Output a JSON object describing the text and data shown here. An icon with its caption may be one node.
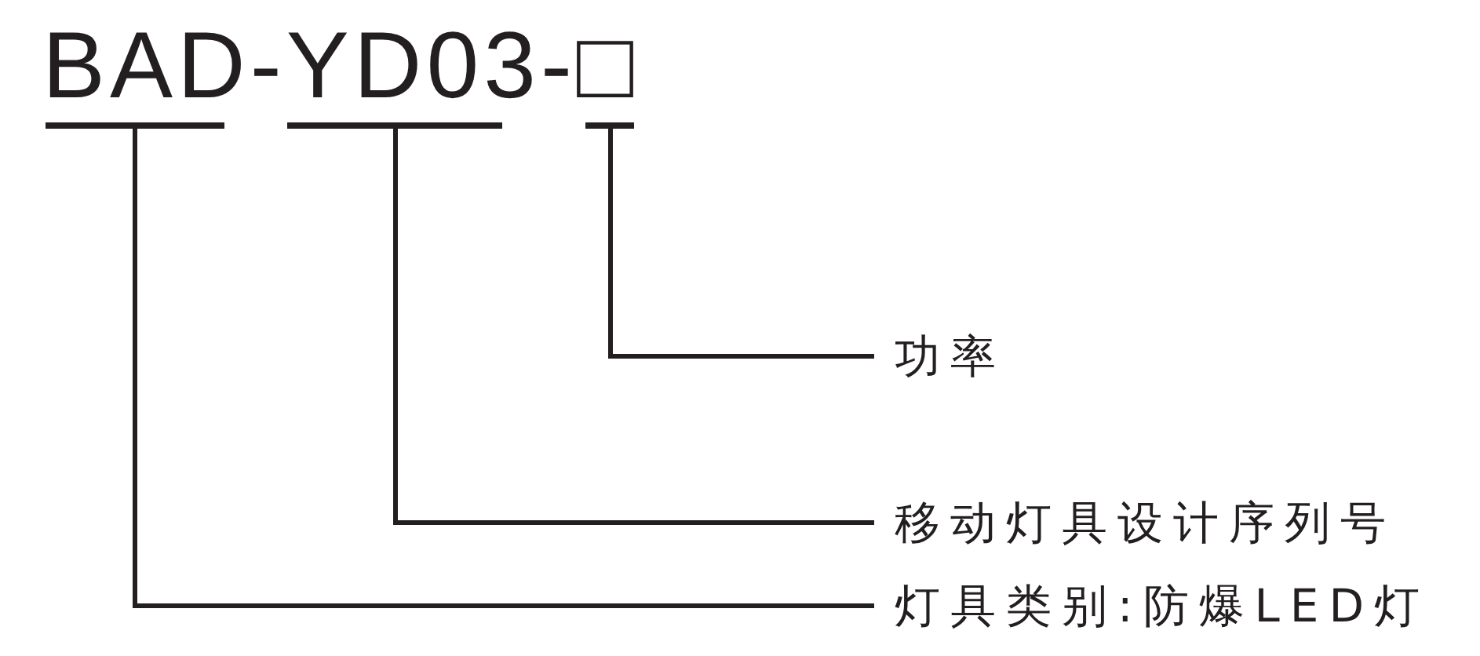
{
  "diagram": {
    "title": "BAD-YD03-□",
    "nodes": [
      {
        "text": [],
        "shape": "bar"
      },
      {
        "text": [],
        "shape": "bar"
      },
      {
        "text": [],
        "shape": "bar"
      },
      {
        "text": [
          "功率"
        ]
      },
      {
        "text": [
          "移动灯具设计序列号"
        ]
      },
      {
        "text": [
          "灯具类别:防爆LED灯"
        ]
      }
    ],
    "edges": [
      {
        "from": 3,
        "to": 2,
        "arrow": "none"
      },
      {
        "from": 4,
        "to": 1,
        "arrow": "none"
      },
      {
        "from": 5,
        "to": 0,
        "arrow": "none"
      }
    ]
  }
}
